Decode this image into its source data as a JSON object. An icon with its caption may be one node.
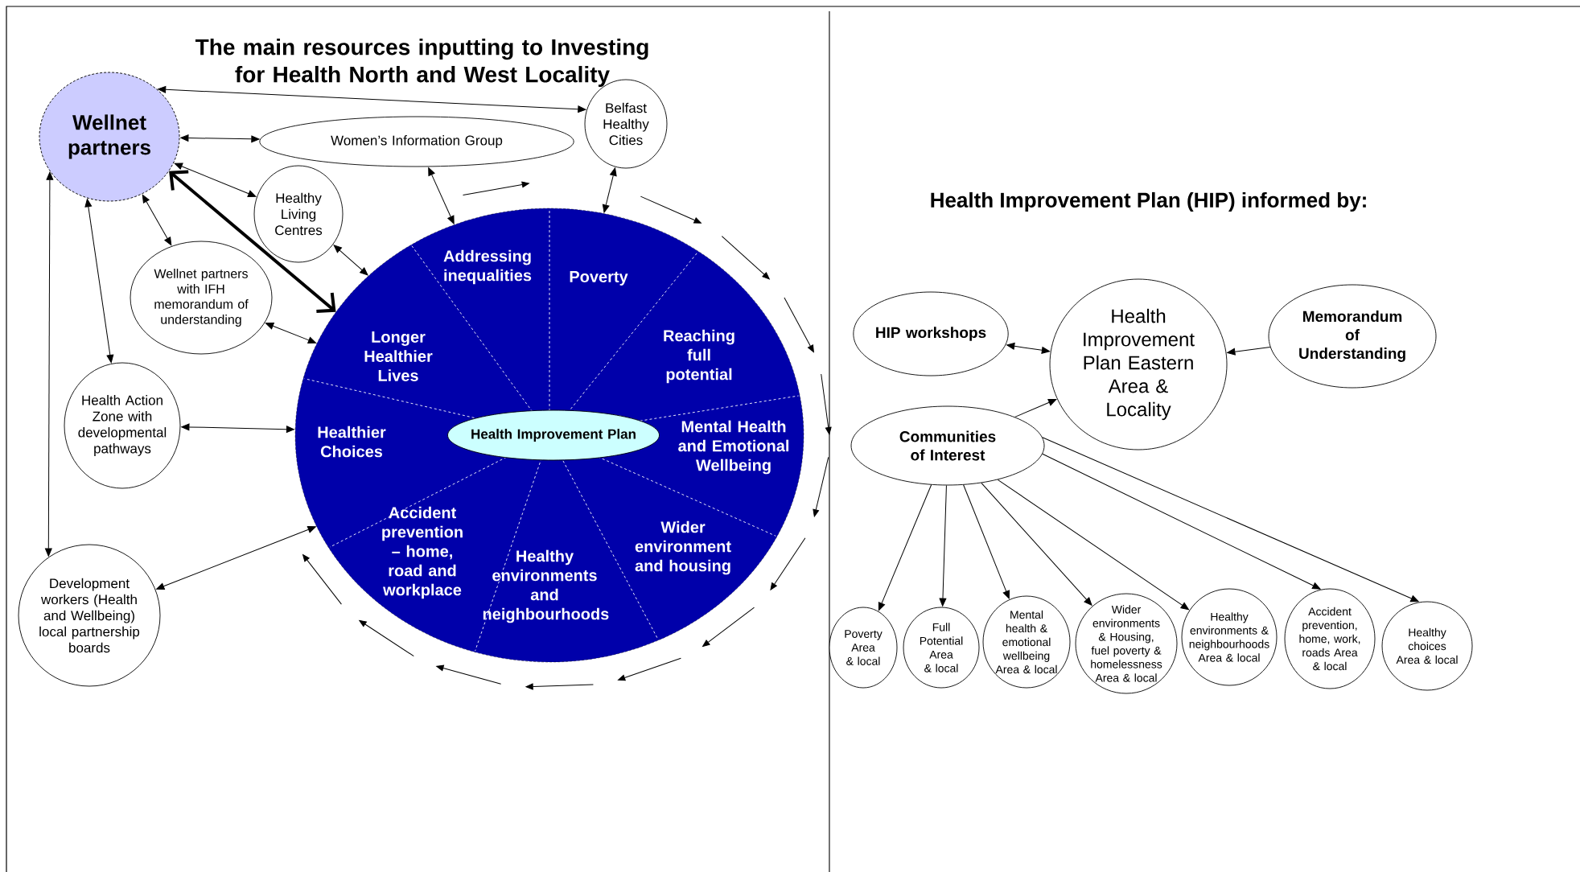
{
  "diagram": {
    "title": "The main resources inputting to Investing for Health North and West Locality",
    "nodes": [
      {
        "text": [
          "Wellnet partners"
        ]
      },
      {
        "text": [
          "Women’s Information Group"
        ]
      },
      {
        "text": [
          "Belfast Healthy Cities"
        ]
      },
      {
        "text": [
          "Healthy Living Centres"
        ]
      },
      {
        "text": [
          "Wellnet partners with IFH memorandum of understanding"
        ]
      },
      {
        "text": [
          "Health Action Zone with developmental pathways"
        ]
      },
      {
        "text": [
          "Development workers (Health and Wellbeing) local partnership boards"
        ]
      },
      {
        "text": [],
        "shape": "circle"
      },
      {
        "text": [
          "Addressing inequalities"
        ],
        "in": 7
      },
      {
        "text": [
          "Poverty"
        ],
        "in": 7
      },
      {
        "text": [
          "Reaching full potential"
        ],
        "in": 7
      },
      {
        "text": [
          "Mental Health and Emotional Wellbeing"
        ],
        "in": 7
      },
      {
        "text": [
          "Wider environment and housing"
        ],
        "in": 7
      },
      {
        "text": [
          "Healthy environments and neighbourhoods"
        ],
        "in": 7
      },
      {
        "text": [
          "Accident prevention – home, road and workplace"
        ],
        "in": 7
      },
      {
        "text": [
          "Healthier Choices"
        ],
        "in": 7
      },
      {
        "text": [
          "Longer Healthier Lives"
        ],
        "in": 7
      },
      {
        "text": [
          "Health Improvement Plan"
        ],
        "in": 7
      },
      {
        "text": [
          "HIP workshops"
        ]
      },
      {
        "text": [
          "Health Improvement Plan Eastern Area & Locality"
        ]
      },
      {
        "text": [
          "Memorandum of Understanding"
        ]
      },
      {
        "text": [
          "Communities of Interest"
        ]
      },
      {
        "text": [
          "Poverty Area & local"
        ]
      },
      {
        "text": [
          "Full Potential Area & local"
        ]
      },
      {
        "text": [
          "Mental health & emotional wellbeing Area & local"
        ]
      },
      {
        "text": [
          "Wider environments & Housing, fuel poverty & homelessness Area & local"
        ]
      },
      {
        "text": [
          "Healthy environments & neighbourhoods Area & local"
        ]
      },
      {
        "text": [
          "Accident prevention, home, work, roads Area & local"
        ]
      },
      {
        "text": [
          "Healthy choices Area & local"
        ]
      }
    ],
    "edges": [
      {
        "from": 0,
        "to": 2,
        "arrow": "both"
      },
      {
        "from": 0,
        "to": 1,
        "arrow": "both"
      },
      {
        "from": 0,
        "to": 3,
        "arrow": "both"
      },
      {
        "from": 0,
        "to": 4,
        "arrow": "both"
      },
      {
        "from": 0,
        "to": 5,
        "arrow": "both"
      },
      {
        "from": 0,
        "to": 6,
        "arrow": "both"
      },
      {
        "from": 0,
        "to": 7,
        "arrow": "both",
        "style": "thick"
      },
      {
        "from": 1,
        "to": 7,
        "arrow": "both"
      },
      {
        "from": 2,
        "to": 7,
        "arrow": "both"
      },
      {
        "from": 3,
        "to": 7,
        "arrow": "both"
      },
      {
        "from": 4,
        "to": 7,
        "arrow": "both"
      },
      {
        "from": 5,
        "to": 7,
        "arrow": "both"
      },
      {
        "from": 6,
        "to": 7,
        "arrow": "both"
      },
      {
        "from": 18,
        "to": 19,
        "arrow": "both"
      },
      {
        "from": 20,
        "to": 19,
        "arrow": "to"
      },
      {
        "from": 21,
        "to": 19,
        "arrow": "to"
      },
      {
        "from": 21,
        "to": 22,
        "arrow": "to"
      },
      {
        "from": 21,
        "to": 23,
        "arrow": "to"
      },
      {
        "from": 21,
        "to": 24,
        "arrow": "to"
      },
      {
        "from": 21,
        "to": 25,
        "arrow": "to"
      },
      {
        "from": 21,
        "to": 26,
        "arrow": "to"
      },
      {
        "from": 21,
        "to": 27,
        "arrow": "to"
      },
      {
        "from": 21,
        "to": 28,
        "arrow": "to"
      }
    ],
    "labels": [
      "Health Improvement Plan (HIP) informed by:"
    ]
  }
}
